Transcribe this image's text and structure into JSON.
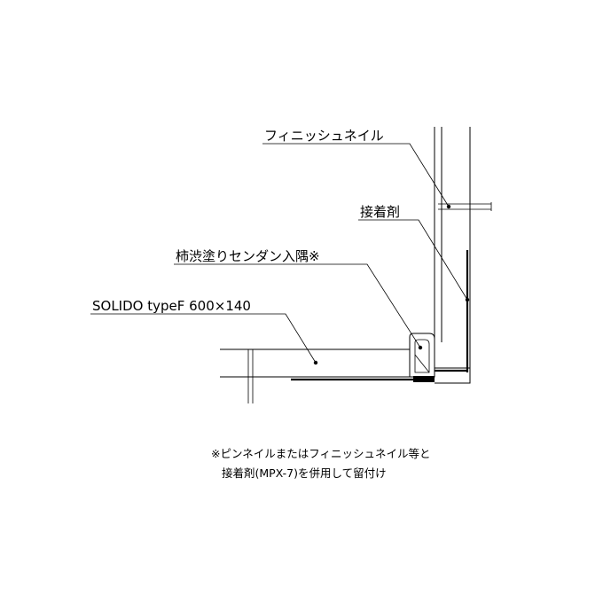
{
  "labels": {
    "finish_nail": "フィニッシュネイル",
    "adhesive": "接着剤",
    "inner_corner": "柿渋塗りセンダン入隅※",
    "product": "SOLIDO typeF 600×140"
  },
  "note": {
    "line1": "※ピンネイルまたはフィニッシュネイル等と",
    "line2": "接着剤(MPX-7)を併用して留付け"
  }
}
